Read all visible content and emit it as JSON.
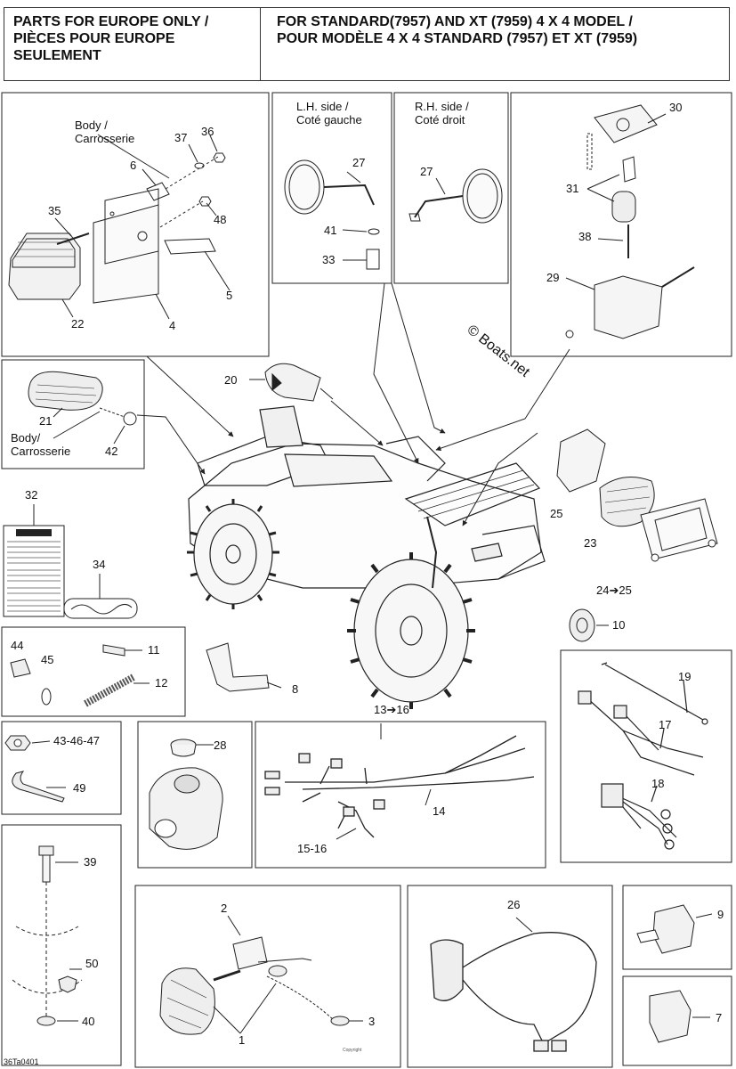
{
  "header": {
    "left_line1": "PARTS FOR EUROPE ONLY /",
    "left_line2": "PIÈCES POUR EUROPE",
    "left_line3": "SEULEMENT",
    "right_line1": "FOR STANDARD(7957) AND XT (7959) 4 X 4 MODEL /",
    "right_line2": "POUR MODÈLE 4 X 4 STANDARD (7957) ET XT (7959)"
  },
  "labels": {
    "body_en": "Body /",
    "body_fr": "Carrosserie",
    "body_en2": "Body/",
    "lh_en": "L.H. side /",
    "lh_fr": "Coté gauche",
    "rh_en": "R.H. side /",
    "rh_fr": "Coté droit",
    "brand_watermark": "© Boats.net"
  },
  "callouts": {
    "c1": "1",
    "c2": "2",
    "c3": "3",
    "c4": "4",
    "c5": "5",
    "c6": "6",
    "c7": "7",
    "c8": "8",
    "c9": "9",
    "c10": "10",
    "c11": "11",
    "c12": "12",
    "c13_16": "13➔16",
    "c14": "14",
    "c15_16": "15-16",
    "c17": "17",
    "c18": "18",
    "c19": "19",
    "c20": "20",
    "c21": "21",
    "c22": "22",
    "c23": "23",
    "c24_25": "24➔25",
    "c25": "25",
    "c26": "26",
    "c27a": "27",
    "c27b": "27",
    "c28": "28",
    "c29": "29",
    "c30": "30",
    "c31": "31",
    "c32": "32",
    "c33": "33",
    "c34": "34",
    "c35": "35",
    "c36": "36",
    "c37": "37",
    "c38": "38",
    "c39": "39",
    "c40": "40",
    "c41": "41",
    "c42": "42",
    "c43_46_47": "43-46-47",
    "c44": "44",
    "c45": "45",
    "c48": "48",
    "c49": "49",
    "c50": "50"
  },
  "footer": {
    "code": "36Ta0401",
    "copyright": "Copyright"
  }
}
